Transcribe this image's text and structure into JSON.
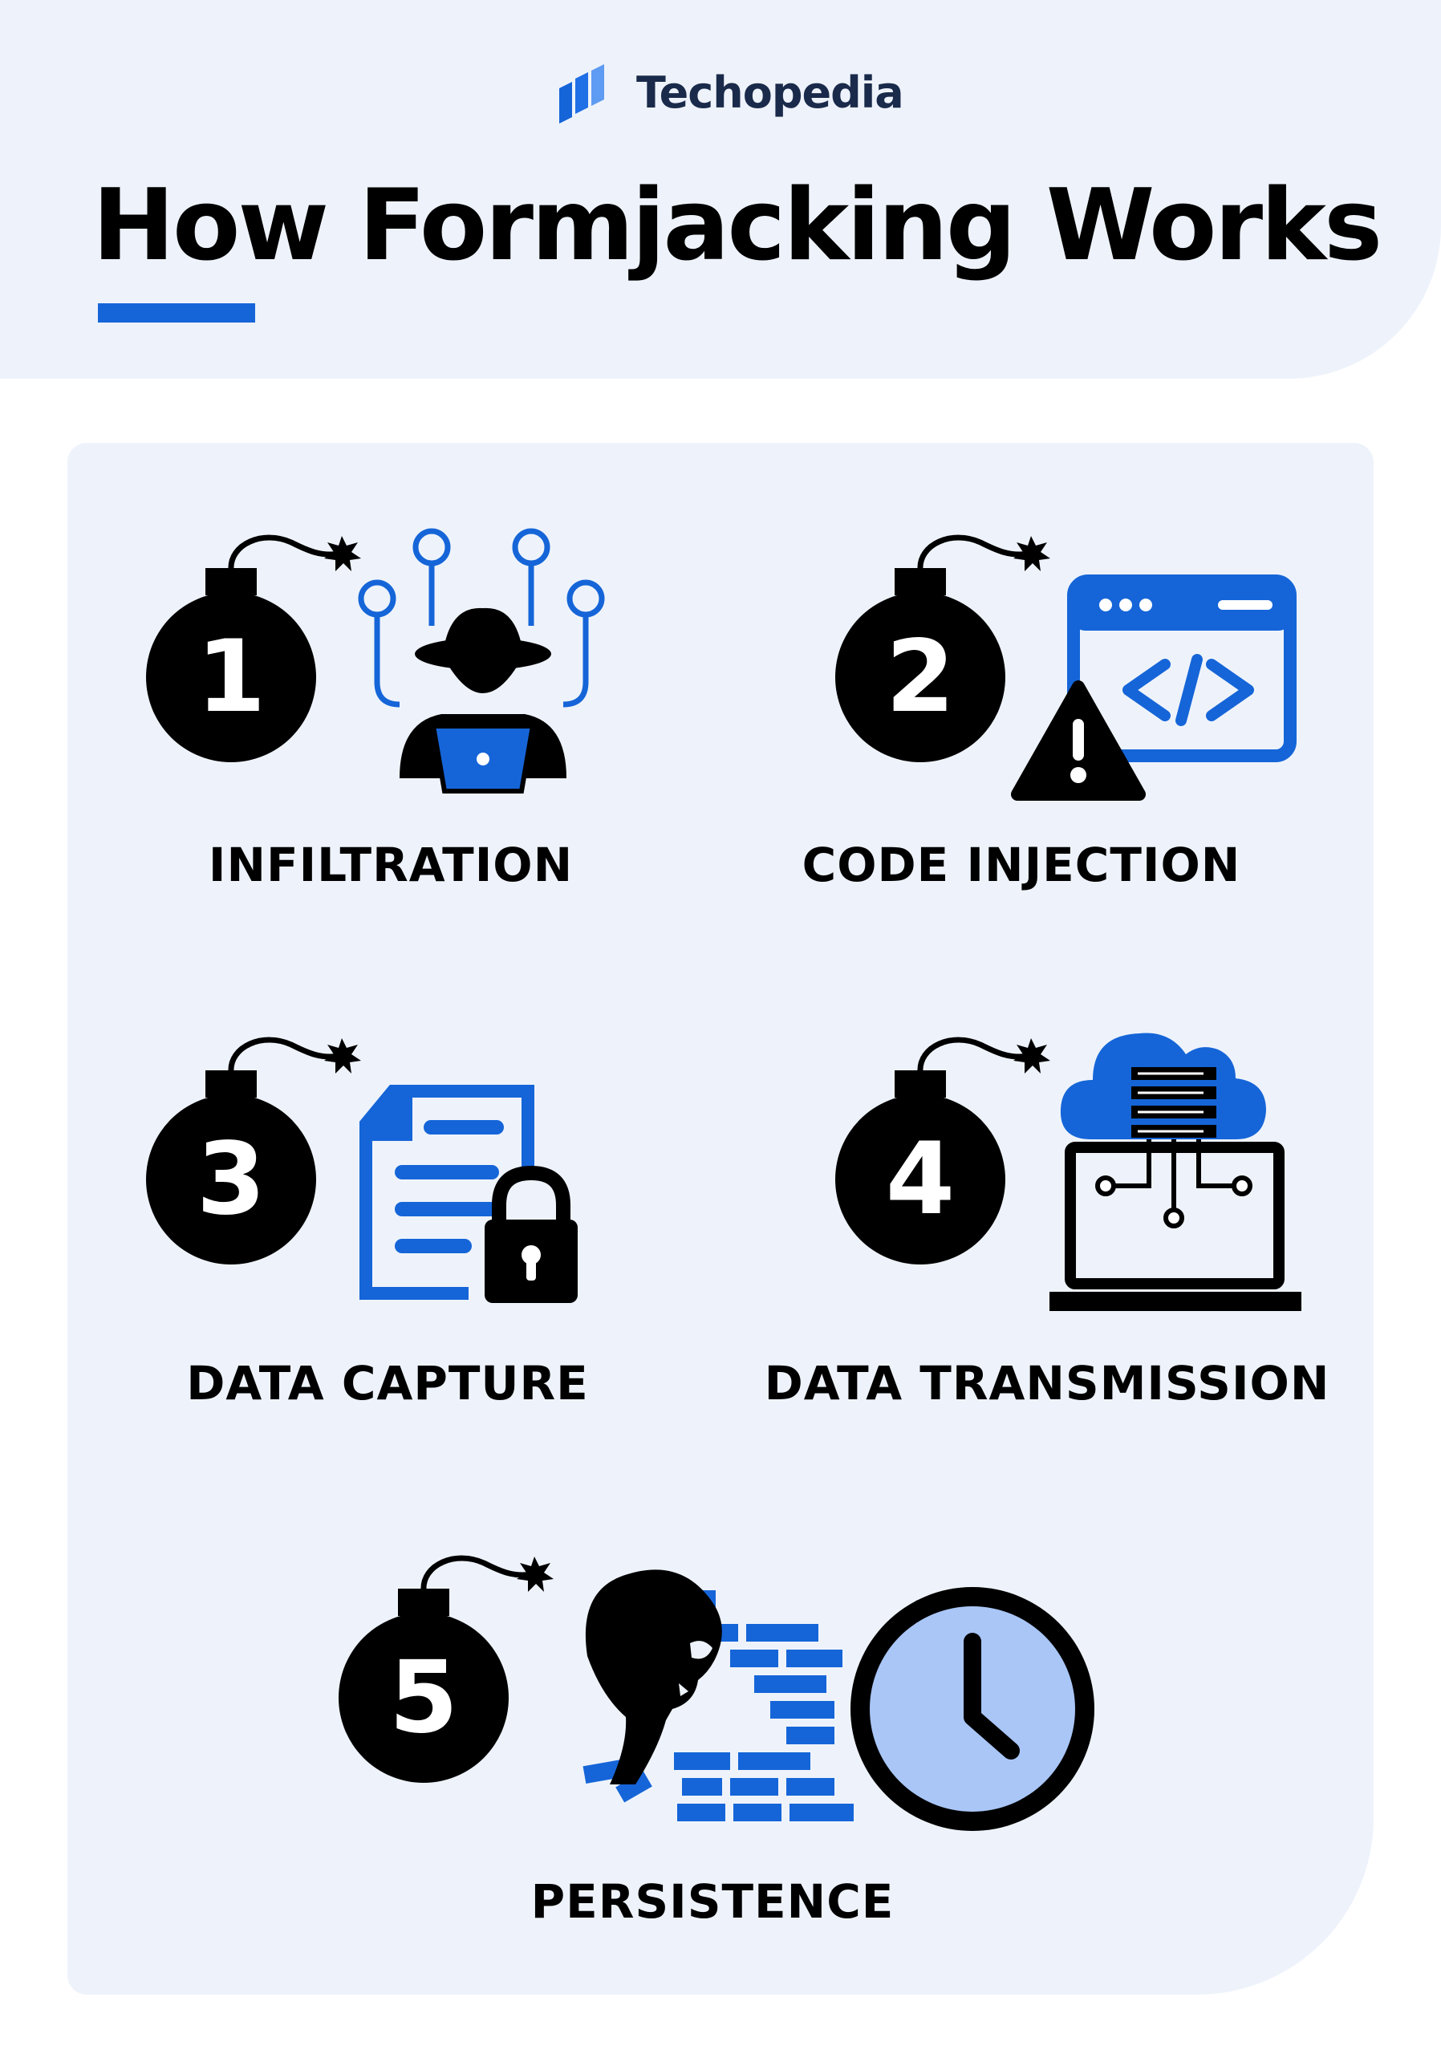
{
  "brand": {
    "name": "Techopedia",
    "color": "#1565d8"
  },
  "title": "How Formjacking Works",
  "colors": {
    "accent": "#1565d8",
    "ink": "#000000",
    "panel": "#eef3fb",
    "clock_face": "#a9c6f7"
  },
  "steps": [
    {
      "number": "1",
      "label": "INFILTRATION",
      "icon": "hacker-laptop-icon"
    },
    {
      "number": "2",
      "label": "CODE INJECTION",
      "icon": "code-window-warning-icon"
    },
    {
      "number": "3",
      "label": "DATA CAPTURE",
      "icon": "locked-document-icon"
    },
    {
      "number": "4",
      "label": "DATA TRANSMISSION",
      "icon": "cloud-server-laptop-icon"
    },
    {
      "number": "5",
      "label": "PERSISTENCE",
      "icon": "skull-wall-clock-icon"
    }
  ]
}
